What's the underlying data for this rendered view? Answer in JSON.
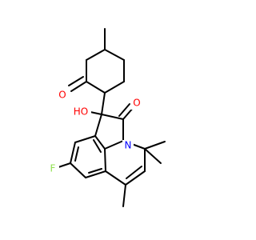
{
  "colors": {
    "background": "#ffffff",
    "bond": "#000000",
    "oxygen": "#ff0000",
    "nitrogen": "#0000ff",
    "fluorine": "#90e050"
  },
  "atoms": {
    "ketone_oxygen": "O",
    "lactam_oxygen": "O",
    "hydroxyl": "HO",
    "nitrogen": "N",
    "fluorine": "F"
  }
}
